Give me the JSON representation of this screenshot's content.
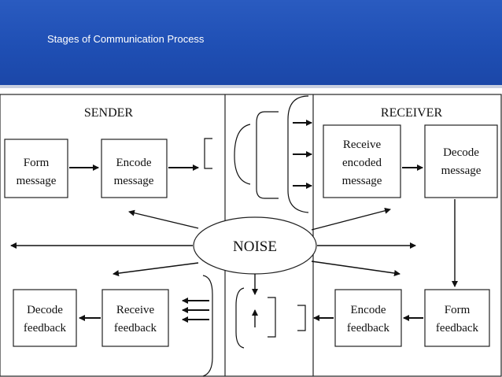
{
  "slide": {
    "title": "Stages of Communication Process"
  },
  "diagram": {
    "sender_label": "SENDER",
    "receiver_label": "RECEIVER",
    "noise_label": "NOISE",
    "form_message": [
      "Form",
      "message"
    ],
    "encode_message": [
      "Encode",
      "message"
    ],
    "receive_encoded": [
      "Receive",
      "encoded",
      "message"
    ],
    "decode_message": [
      "Decode",
      "message"
    ],
    "decode_feedback": [
      "Decode",
      "feedback"
    ],
    "receive_feedback": [
      "Receive",
      "feedback"
    ],
    "encode_feedback": [
      "Encode",
      "feedback"
    ],
    "form_feedback": [
      "Form",
      "feedback"
    ]
  }
}
